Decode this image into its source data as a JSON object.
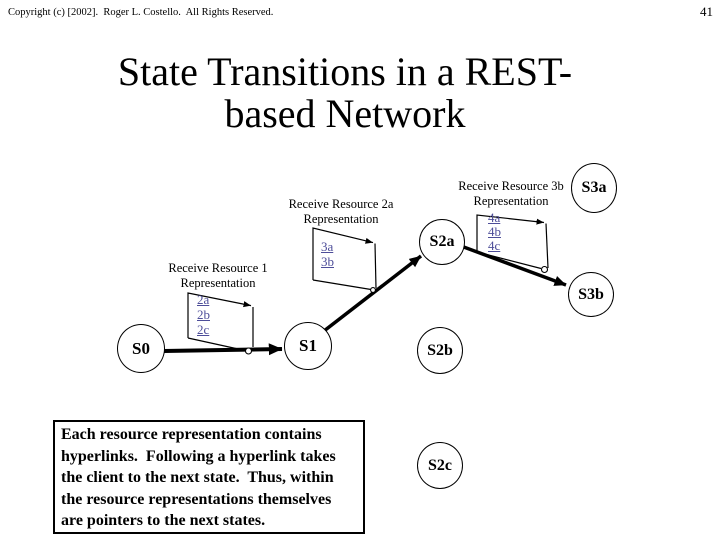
{
  "header": {
    "copyright": "Copyright (c) [2002].  Roger L. Costello.  All Rights Reserved.",
    "page_number": "41"
  },
  "title": {
    "line1": "State Transitions in a REST-",
    "line2": "based Network"
  },
  "diagram": {
    "hyperlink_color": "#4d4d99",
    "states": [
      {
        "id": "s0",
        "label": "S0"
      },
      {
        "id": "s1",
        "label": "S1"
      },
      {
        "id": "s2a",
        "label": "S2a"
      },
      {
        "id": "s2b",
        "label": "S2b"
      },
      {
        "id": "s2c",
        "label": "S2c"
      },
      {
        "id": "s3a",
        "label": "S3a"
      },
      {
        "id": "s3b",
        "label": "S3b"
      }
    ],
    "transition_labels": [
      {
        "text": "Receive Resource 1 Representation"
      },
      {
        "text": "Receive Resource 2a Representation"
      },
      {
        "text": "Receive Resource 3b Representation"
      }
    ],
    "documents": [
      {
        "links": [
          "2a",
          "2b",
          "2c"
        ]
      },
      {
        "links": [
          "3a",
          "3b"
        ]
      },
      {
        "links": [
          "4a",
          "4b",
          "4c"
        ]
      }
    ]
  },
  "note": {
    "lines": [
      "Each resource representation contains",
      "hyperlinks.  Following a hyperlink takes",
      "the client to the next state.  Thus, within",
      "the resource representations themselves",
      "are pointers to the next states."
    ]
  }
}
